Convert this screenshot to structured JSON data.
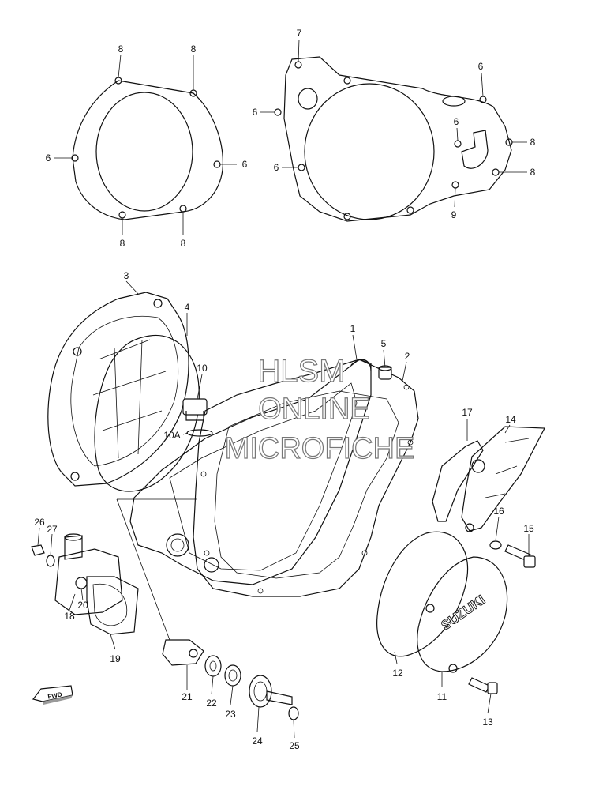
{
  "watermark": {
    "line1": "HLSM",
    "line2": "ONLINE",
    "line3": "MICROFICHE"
  },
  "fwd_label": "FWD",
  "brand_label": "SUZUKI",
  "callouts": [
    "8",
    "8",
    "6",
    "6",
    "8",
    "8",
    "7",
    "6",
    "6",
    "6",
    "8",
    "6",
    "8",
    "9",
    "3",
    "4",
    "10",
    "10A",
    "1",
    "5",
    "2",
    "17",
    "14",
    "26",
    "27",
    "18",
    "20",
    "19",
    "16",
    "15",
    "12",
    "11",
    "21",
    "22",
    "23",
    "24",
    "25",
    "13"
  ]
}
